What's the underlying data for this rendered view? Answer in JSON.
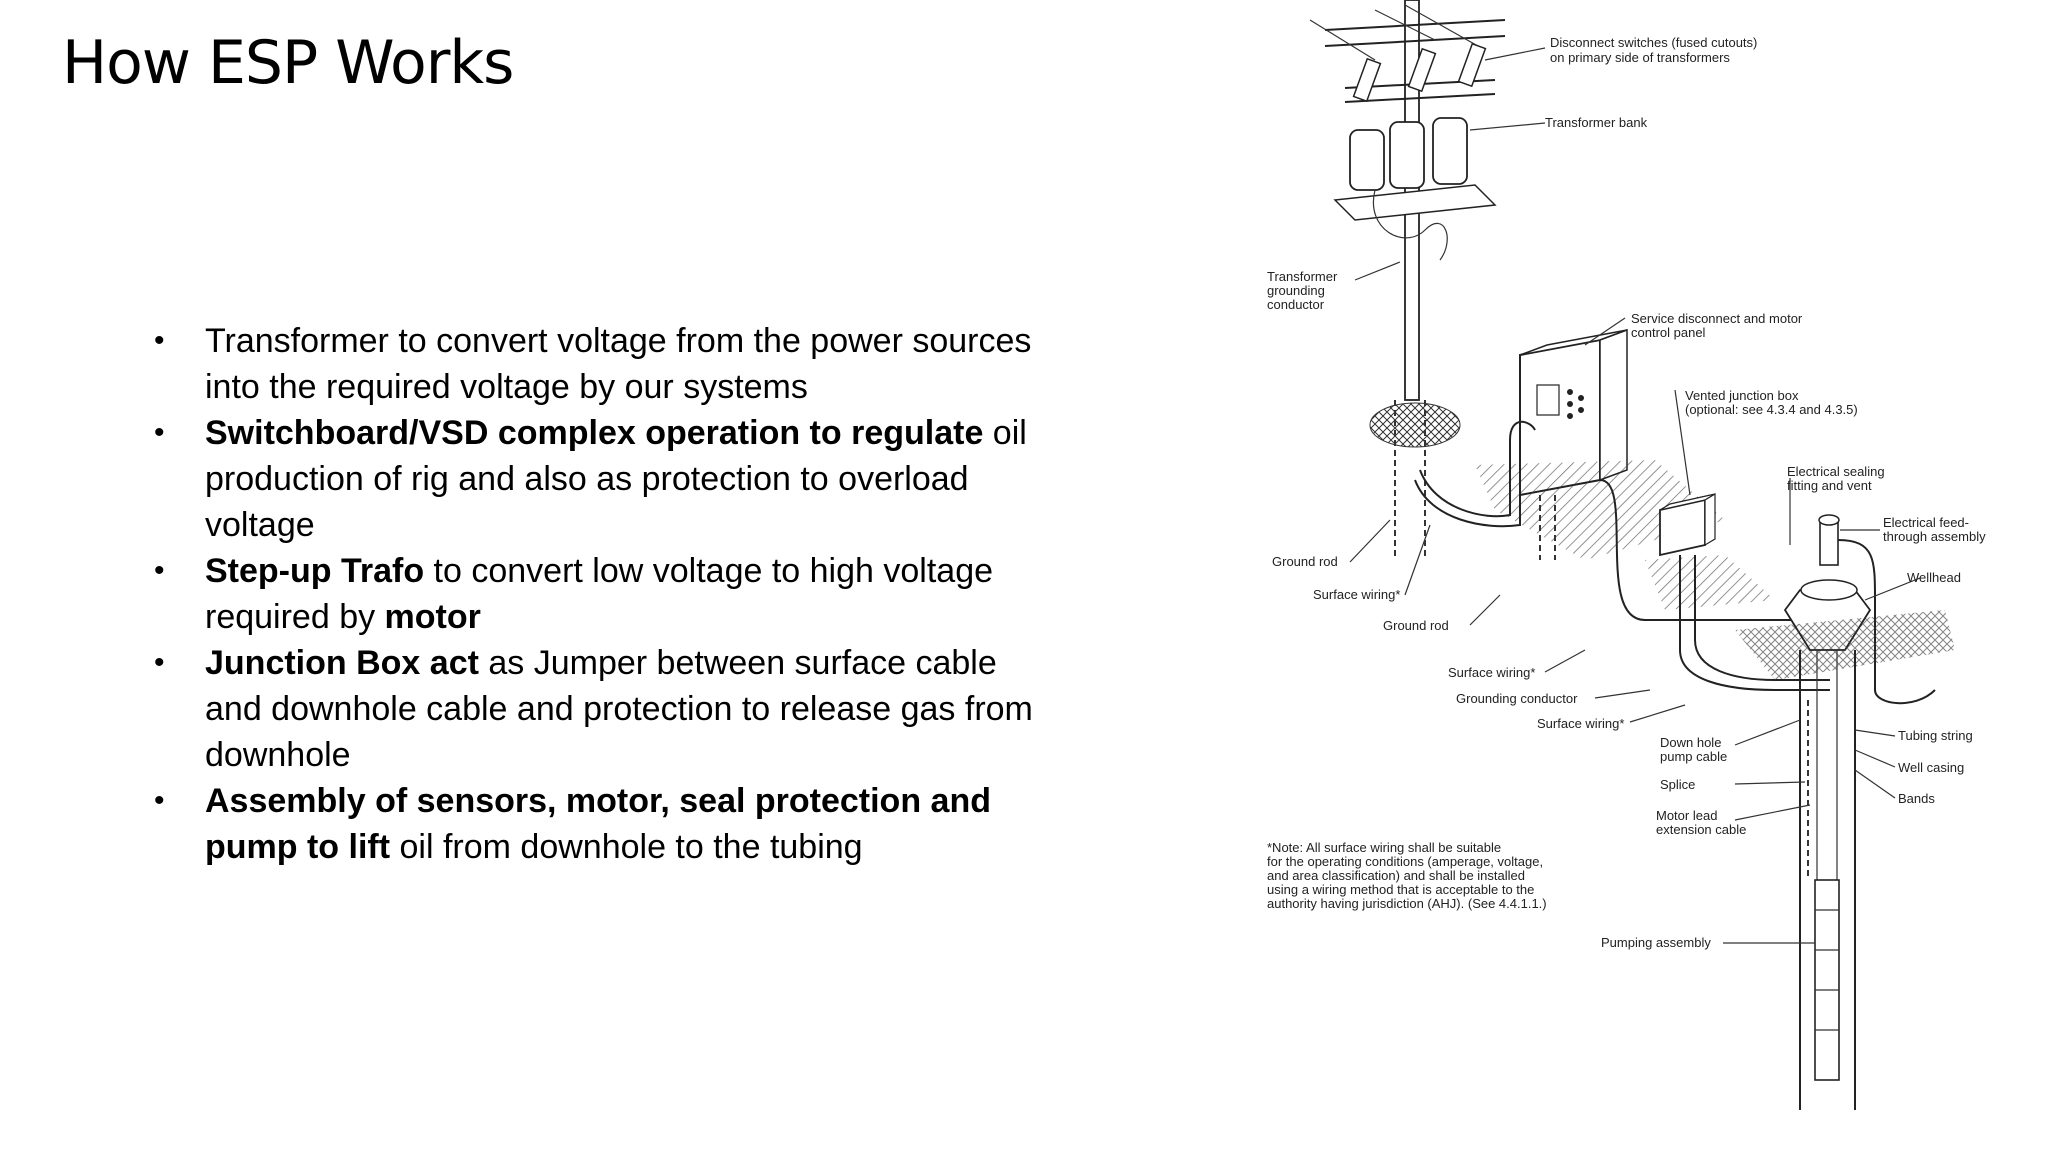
{
  "slide": {
    "title": "How ESP Works",
    "bullets": [
      {
        "bold": "",
        "text": "Transformer to convert voltage from the power sources into the required voltage by our systems",
        "bold2": "",
        "tail": ""
      },
      {
        "bold": "Switchboard/VSD complex operation to regulate",
        "text": " oil production of rig  and also as protection to overload voltage",
        "bold2": "",
        "tail": ""
      },
      {
        "bold": "Step-up Trafo",
        "text": " to convert low voltage to high voltage required by ",
        "bold2": "motor",
        "tail": ""
      },
      {
        "bold": "Junction Box act",
        "text": " as Jumper between surface cable and downhole cable and protection to release gas from downhole",
        "bold2": "",
        "tail": ""
      },
      {
        "bold": "Assembly of sensors, motor, seal protection and pump to lift",
        "text": " oil from downhole to the tubing",
        "bold2": "",
        "tail": ""
      }
    ]
  },
  "diagram": {
    "labels": {
      "disconnect_switches_1": "Disconnect switches (fused cutouts)",
      "disconnect_switches_2": "on primary side of transformers",
      "transformer_bank": "Transformer bank",
      "transformer_grounding_1": "Transformer",
      "transformer_grounding_2": "grounding",
      "transformer_grounding_3": "conductor",
      "service_disconnect_1": "Service disconnect and motor",
      "service_disconnect_2": "control panel",
      "vented_junction_1": "Vented junction box",
      "vented_junction_2": "(optional: see 4.3.4 and 4.3.5)",
      "sealing_fitting_1": "Electrical sealing",
      "sealing_fitting_2": "fitting and vent",
      "feed_through_1": "Electrical feed-",
      "feed_through_2": "through assembly",
      "wellhead": "Wellhead",
      "ground_rod_1": "Ground rod",
      "surface_wiring_1": "Surface wiring*",
      "ground_rod_2": "Ground rod",
      "surface_wiring_2": "Surface wiring*",
      "grounding_conductor": "Grounding conductor",
      "surface_wiring_3": "Surface wiring*",
      "down_hole_cable_1": "Down hole",
      "down_hole_cable_2": "pump cable",
      "tubing_string": "Tubing string",
      "well_casing": "Well casing",
      "splice": "Splice",
      "bands": "Bands",
      "motor_lead_1": "Motor lead",
      "motor_lead_2": "extension cable",
      "pumping_assembly": "Pumping assembly",
      "note_1": "*Note: All surface wiring shall be suitable",
      "note_2": "for the operating conditions (amperage, voltage,",
      "note_3": "and area classification) and shall be installed",
      "note_4": "using a wiring method that is acceptable to the",
      "note_5": "authority having jurisdiction (AHJ). (See 4.4.1.1.)"
    }
  }
}
